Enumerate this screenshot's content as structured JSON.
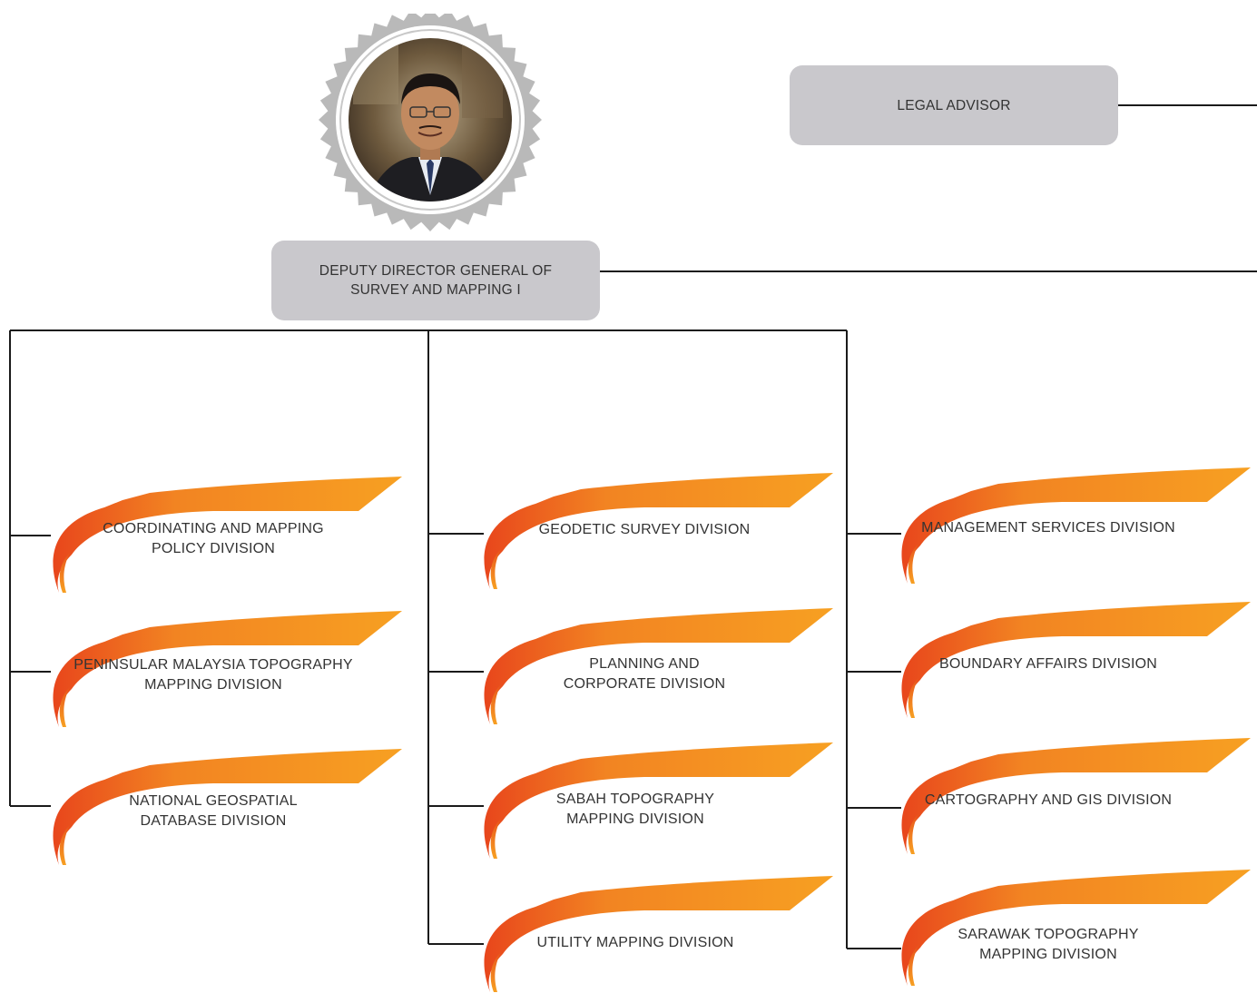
{
  "org_chart": {
    "legal_advisor": {
      "label": "LEGAL ADVISOR"
    },
    "deputy_director": {
      "label": "DEPUTY DIRECTOR GENERAL OF\nSURVEY AND MAPPING I",
      "photo": "portrait-photo"
    },
    "divisions": [
      {
        "label": "COORDINATING AND MAPPING\nPOLICY DIVISION"
      },
      {
        "label": "PENINSULAR MALAYSIA TOPOGRAPHY\nMAPPING DIVISION"
      },
      {
        "label": "NATIONAL GEOSPATIAL\nDATABASE DIVISION"
      },
      {
        "label": "GEODETIC SURVEY DIVISION"
      },
      {
        "label": "PLANNING AND\nCORPORATE DIVISION"
      },
      {
        "label": "SABAH TOPOGRAPHY\nMAPPING DIVISION"
      },
      {
        "label": "UTILITY MAPPING DIVISION"
      },
      {
        "label": "MANAGEMENT SERVICES DIVISION"
      },
      {
        "label": "BOUNDARY AFFAIRS DIVISION"
      },
      {
        "label": "CARTOGRAPHY AND GIS DIVISION"
      },
      {
        "label": "SARAWAK TOPOGRAPHY\nMAPPING DIVISION"
      }
    ]
  },
  "colors": {
    "box_gray": "#c9c8cc",
    "line": "#1a1a1a",
    "banner_dark": "#e8461c",
    "banner_light": "#f7a022",
    "badge": "#b9b9b9"
  }
}
